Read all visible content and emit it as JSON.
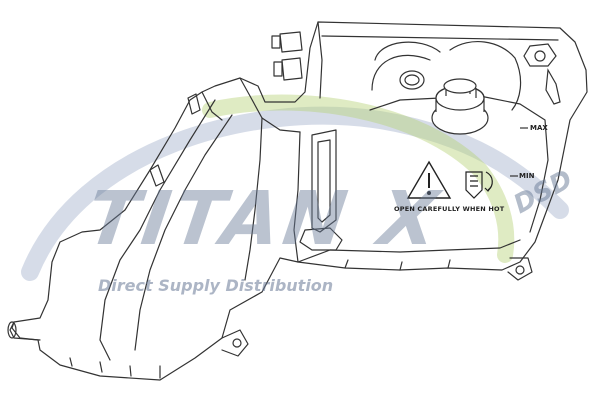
{
  "watermark": {
    "brand": "TITAN X",
    "suffix": "DSD",
    "tagline": "Direct Supply Distribution",
    "colors": {
      "text": "#6879a0",
      "swoosh_blue": "#6d83ad",
      "swoosh_green": "#b9d27a"
    }
  },
  "tank_labels": {
    "max": "MAX",
    "min": "MIN",
    "warning": "OPEN CAREFULLY WHEN HOT"
  },
  "icons": [
    "warning-triangle-icon",
    "hot-cap-hand-icon",
    "filler-cap-icon",
    "sensor-nut-icon"
  ],
  "colors": {
    "line": "#333333",
    "background": "#ffffff"
  }
}
